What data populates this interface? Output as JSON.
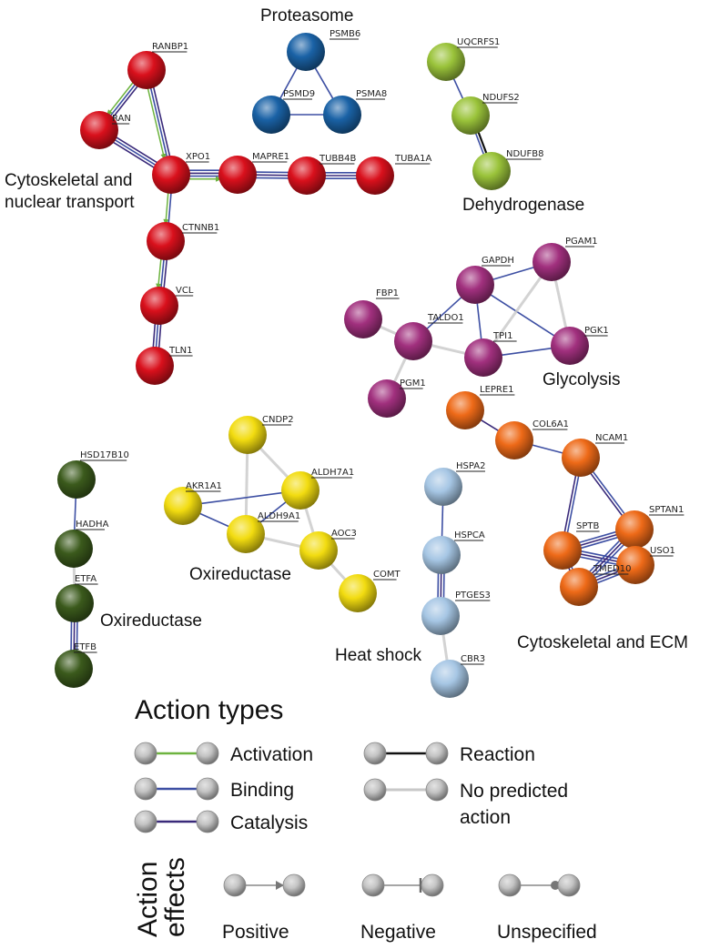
{
  "colors": {
    "red": "#d9101c",
    "blue": "#1a62a6",
    "lime": "#9ac33a",
    "purple": "#a1307e",
    "orange": "#ee6a18",
    "yellow": "#f2dc10",
    "lightblue": "#a6c6e4",
    "darkgreen": "#3b5a1c",
    "activation": "#6db33f",
    "binding": "#3d4fa3",
    "catalysis": "#3a2a7a",
    "reaction": "#111111",
    "none": "#c8c8c8"
  },
  "clusters": [
    {
      "id": "transport",
      "lines": [
        "Cytoskeletal and",
        "nuclear transport"
      ]
    },
    {
      "id": "proteasome",
      "lines": [
        "Proteasome"
      ]
    },
    {
      "id": "dehydrogenase",
      "lines": [
        "Dehydrogenase"
      ]
    },
    {
      "id": "glycolysis",
      "lines": [
        "Glycolysis"
      ]
    },
    {
      "id": "oxireductase-yellow",
      "lines": [
        "Oxireductase"
      ]
    },
    {
      "id": "oxireductase-green",
      "lines": [
        "Oxireductase"
      ]
    },
    {
      "id": "heatshock",
      "lines": [
        "Heat shock"
      ]
    },
    {
      "id": "ecm",
      "lines": [
        "Cytoskeletal and ECM"
      ]
    }
  ],
  "nodes": [
    {
      "id": "RANBP1",
      "label": "RANBP1",
      "color": "red"
    },
    {
      "id": "RAN",
      "label": "RAN",
      "color": "red"
    },
    {
      "id": "XPO1",
      "label": "XPO1",
      "color": "red"
    },
    {
      "id": "MAPRE1",
      "label": "MAPRE1",
      "color": "red"
    },
    {
      "id": "TUBB4B",
      "label": "TUBB4B",
      "color": "red"
    },
    {
      "id": "TUBA1A",
      "label": "TUBA1A",
      "color": "red"
    },
    {
      "id": "CTNNB1",
      "label": "CTNNB1",
      "color": "red"
    },
    {
      "id": "VCL",
      "label": "VCL",
      "color": "red"
    },
    {
      "id": "TLN1",
      "label": "TLN1",
      "color": "red"
    },
    {
      "id": "PSMB6",
      "label": "PSMB6",
      "color": "blue"
    },
    {
      "id": "PSMD9",
      "label": "PSMD9",
      "color": "blue"
    },
    {
      "id": "PSMA8",
      "label": "PSMA8",
      "color": "blue"
    },
    {
      "id": "UQCRFS1",
      "label": "UQCRFS1",
      "color": "lime"
    },
    {
      "id": "NDUFS2",
      "label": "NDUFS2",
      "color": "lime"
    },
    {
      "id": "NDUFB8",
      "label": "NDUFB8",
      "color": "lime"
    },
    {
      "id": "GAPDH",
      "label": "GAPDH",
      "color": "purple"
    },
    {
      "id": "PGAM1",
      "label": "PGAM1",
      "color": "purple"
    },
    {
      "id": "FBP1",
      "label": "FBP1",
      "color": "purple"
    },
    {
      "id": "TALDO1",
      "label": "TALDO1",
      "color": "purple"
    },
    {
      "id": "TPI1",
      "label": "TPI1",
      "color": "purple"
    },
    {
      "id": "PGK1",
      "label": "PGK1",
      "color": "purple"
    },
    {
      "id": "PGM1",
      "label": "PGM1",
      "color": "purple"
    },
    {
      "id": "LEPRE1",
      "label": "LEPRE1",
      "color": "orange"
    },
    {
      "id": "COL6A1",
      "label": "COL6A1",
      "color": "orange"
    },
    {
      "id": "NCAM1",
      "label": "NCAM1",
      "color": "orange"
    },
    {
      "id": "SPTAN1",
      "label": "SPTAN1",
      "color": "orange"
    },
    {
      "id": "SPTB",
      "label": "SPTB",
      "color": "orange"
    },
    {
      "id": "USO1",
      "label": "USO1",
      "color": "orange"
    },
    {
      "id": "TMED10",
      "label": "TMED10",
      "color": "orange"
    },
    {
      "id": "CNDP2",
      "label": "CNDP2",
      "color": "yellow"
    },
    {
      "id": "AKR1A1",
      "label": "AKR1A1",
      "color": "yellow"
    },
    {
      "id": "ALDH7A1",
      "label": "ALDH7A1",
      "color": "yellow"
    },
    {
      "id": "ALDH9A1",
      "label": "ALDH9A1",
      "color": "yellow"
    },
    {
      "id": "AOC3",
      "label": "AOC3",
      "color": "yellow"
    },
    {
      "id": "COMT",
      "label": "COMT",
      "color": "yellow"
    },
    {
      "id": "HSPA2",
      "label": "HSPA2",
      "color": "lightblue"
    },
    {
      "id": "HSPCA",
      "label": "HSPCA",
      "color": "lightblue"
    },
    {
      "id": "PTGES3",
      "label": "PTGES3",
      "color": "lightblue"
    },
    {
      "id": "CBR3",
      "label": "CBR3",
      "color": "lightblue"
    },
    {
      "id": "HSD17B10",
      "label": "HSD17B10",
      "color": "darkgreen"
    },
    {
      "id": "HADHA",
      "label": "HADHA",
      "color": "darkgreen"
    },
    {
      "id": "ETFA",
      "label": "ETFA",
      "color": "darkgreen"
    },
    {
      "id": "ETFB",
      "label": "ETFB",
      "color": "darkgreen"
    }
  ],
  "edges": [
    {
      "from": "RANBP1",
      "to": "RAN",
      "types": [
        "catalysis",
        "binding",
        "activation"
      ]
    },
    {
      "from": "RANBP1",
      "to": "XPO1",
      "types": [
        "catalysis",
        "binding",
        "activation"
      ]
    },
    {
      "from": "RAN",
      "to": "XPO1",
      "types": [
        "catalysis",
        "binding",
        "catalysis"
      ]
    },
    {
      "from": "XPO1",
      "to": "MAPRE1",
      "types": [
        "binding",
        "catalysis",
        "binding",
        "activation"
      ]
    },
    {
      "from": "MAPRE1",
      "to": "TUBB4B",
      "types": [
        "binding",
        "catalysis",
        "binding"
      ]
    },
    {
      "from": "TUBB4B",
      "to": "TUBA1A",
      "types": [
        "binding",
        "catalysis",
        "binding"
      ]
    },
    {
      "from": "XPO1",
      "to": "CTNNB1",
      "types": [
        "binding",
        "activation"
      ]
    },
    {
      "from": "CTNNB1",
      "to": "VCL",
      "types": [
        "catalysis",
        "binding",
        "activation"
      ]
    },
    {
      "from": "VCL",
      "to": "TLN1",
      "types": [
        "catalysis",
        "binding",
        "catalysis"
      ]
    },
    {
      "from": "PSMB6",
      "to": "PSMD9",
      "types": [
        "binding"
      ]
    },
    {
      "from": "PSMB6",
      "to": "PSMA8",
      "types": [
        "binding"
      ]
    },
    {
      "from": "PSMD9",
      "to": "PSMA8",
      "types": [
        "binding"
      ]
    },
    {
      "from": "UQCRFS1",
      "to": "NDUFS2",
      "types": [
        "binding"
      ]
    },
    {
      "from": "NDUFS2",
      "to": "NDUFB8",
      "types": [
        "reaction",
        "binding"
      ]
    },
    {
      "from": "GAPDH",
      "to": "PGAM1",
      "types": [
        "binding"
      ]
    },
    {
      "from": "GAPDH",
      "to": "TALDO1",
      "types": [
        "binding"
      ]
    },
    {
      "from": "GAPDH",
      "to": "TPI1",
      "types": [
        "binding"
      ]
    },
    {
      "from": "GAPDH",
      "to": "PGK1",
      "types": [
        "binding"
      ]
    },
    {
      "from": "PGAM1",
      "to": "TPI1",
      "types": [
        "none"
      ]
    },
    {
      "from": "PGAM1",
      "to": "PGK1",
      "types": [
        "none"
      ]
    },
    {
      "from": "FBP1",
      "to": "TALDO1",
      "types": [
        "none"
      ]
    },
    {
      "from": "TALDO1",
      "to": "TPI1",
      "types": [
        "none"
      ]
    },
    {
      "from": "TALDO1",
      "to": "PGM1",
      "types": [
        "none"
      ]
    },
    {
      "from": "TPI1",
      "to": "PGK1",
      "types": [
        "binding"
      ]
    },
    {
      "from": "LEPRE1",
      "to": "COL6A1",
      "types": [
        "catalysis"
      ]
    },
    {
      "from": "COL6A1",
      "to": "NCAM1",
      "types": [
        "binding"
      ]
    },
    {
      "from": "NCAM1",
      "to": "SPTB",
      "types": [
        "binding",
        "catalysis"
      ]
    },
    {
      "from": "NCAM1",
      "to": "SPTAN1",
      "types": [
        "binding",
        "catalysis"
      ]
    },
    {
      "from": "SPTAN1",
      "to": "SPTB",
      "types": [
        "binding",
        "catalysis",
        "binding"
      ]
    },
    {
      "from": "SPTB",
      "to": "USO1",
      "types": [
        "binding",
        "catalysis",
        "binding"
      ]
    },
    {
      "from": "SPTB",
      "to": "TMED10",
      "types": [
        "binding",
        "catalysis"
      ]
    },
    {
      "from": "SPTAN1",
      "to": "TMED10",
      "types": [
        "binding",
        "catalysis",
        "binding"
      ]
    },
    {
      "from": "SPTAN1",
      "to": "USO1",
      "types": [
        "binding",
        "catalysis"
      ]
    },
    {
      "from": "USO1",
      "to": "TMED10",
      "types": [
        "binding",
        "catalysis",
        "binding"
      ]
    },
    {
      "from": "CNDP2",
      "to": "ALDH7A1",
      "types": [
        "none"
      ]
    },
    {
      "from": "CNDP2",
      "to": "ALDH9A1",
      "types": [
        "none"
      ]
    },
    {
      "from": "AKR1A1",
      "to": "ALDH7A1",
      "types": [
        "binding"
      ]
    },
    {
      "from": "AKR1A1",
      "to": "ALDH9A1",
      "types": [
        "binding"
      ]
    },
    {
      "from": "ALDH7A1",
      "to": "ALDH9A1",
      "types": [
        "binding"
      ]
    },
    {
      "from": "ALDH9A1",
      "to": "AOC3",
      "types": [
        "none"
      ]
    },
    {
      "from": "ALDH7A1",
      "to": "AOC3",
      "types": [
        "none"
      ]
    },
    {
      "from": "AOC3",
      "to": "COMT",
      "types": [
        "none"
      ]
    },
    {
      "from": "HSPA2",
      "to": "HSPCA",
      "types": [
        "binding"
      ]
    },
    {
      "from": "HSPCA",
      "to": "PTGES3",
      "types": [
        "binding",
        "catalysis",
        "binding"
      ]
    },
    {
      "from": "PTGES3",
      "to": "CBR3",
      "types": [
        "none"
      ]
    },
    {
      "from": "HSD17B10",
      "to": "HADHA",
      "types": [
        "binding"
      ]
    },
    {
      "from": "HADHA",
      "to": "ETFA",
      "types": [
        "none"
      ]
    },
    {
      "from": "ETFA",
      "to": "ETFB",
      "types": [
        "binding",
        "catalysis",
        "binding"
      ]
    }
  ],
  "legend": {
    "types_title": "Action types",
    "types": [
      {
        "id": "activation",
        "label": "Activation",
        "color": "activation"
      },
      {
        "id": "binding",
        "label": "Binding",
        "color": "binding"
      },
      {
        "id": "catalysis",
        "label": "Catalysis",
        "color": "catalysis"
      },
      {
        "id": "reaction",
        "label": "Reaction",
        "color": "reaction"
      },
      {
        "id": "none",
        "label": "No predicted action",
        "lines": [
          "No predicted",
          "action"
        ],
        "color": "none"
      }
    ],
    "effects_title": "Action effects",
    "effects_title_lines": [
      "Action",
      "effects"
    ],
    "effects": [
      {
        "id": "positive",
        "label": "Positive",
        "marker": "arrow"
      },
      {
        "id": "negative",
        "label": "Negative",
        "marker": "bar"
      },
      {
        "id": "unspecified",
        "label": "Unspecified",
        "marker": "dot"
      }
    ]
  }
}
